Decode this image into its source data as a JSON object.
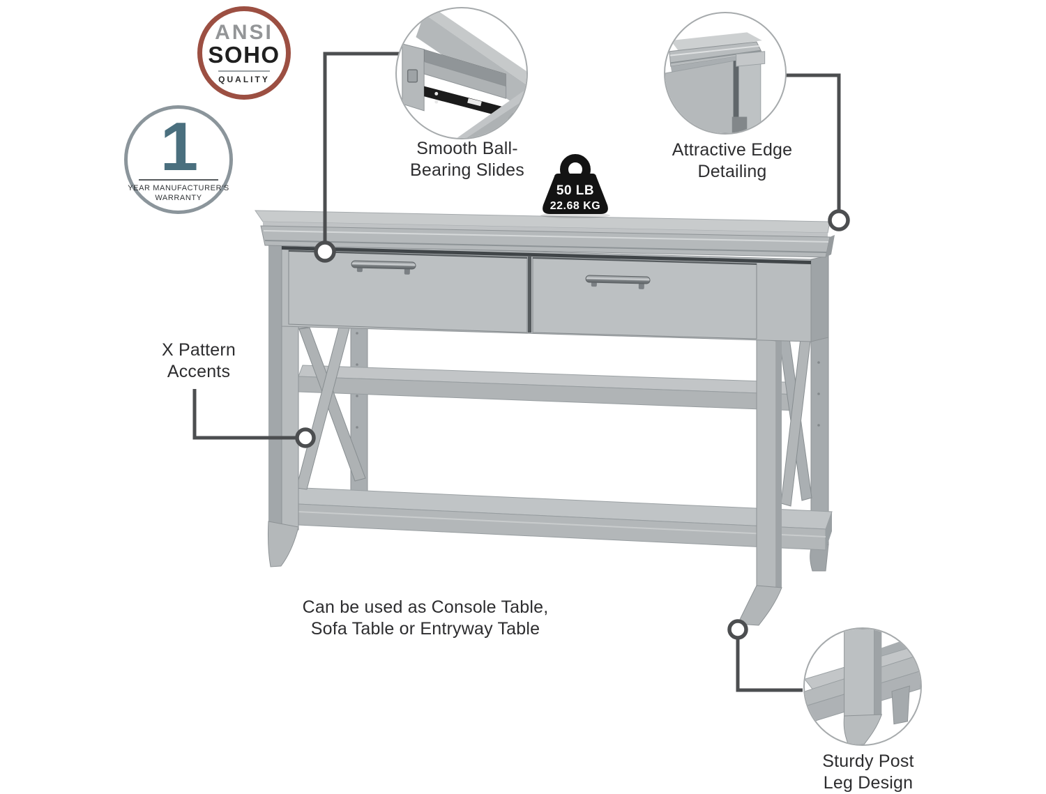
{
  "badges": {
    "ansi": {
      "line1": "ANSI",
      "line2": "SOHO",
      "line3": "QUALITY",
      "border_color": "#9c4f42"
    },
    "warranty": {
      "number": "1",
      "line1": "YEAR MANUFACTURER'S",
      "line2": "WARRANTY",
      "number_color": "#4a6f7e"
    }
  },
  "callouts": {
    "slide": {
      "line1": "Smooth Ball-",
      "line2": "Bearing Slides"
    },
    "edge": {
      "line1": "Attractive Edge",
      "line2": "Detailing"
    },
    "x_pattern": {
      "line1": "X Pattern",
      "line2": "Accents"
    },
    "usage": {
      "line1": "Can be used as Console Table,",
      "line2": "Sofa Table or Entryway Table"
    },
    "leg": {
      "line1": "Sturdy Post",
      "line2": "Leg Design"
    }
  },
  "weight": {
    "lb": "50 LB",
    "kg": "22.68 KG"
  },
  "colors": {
    "connector": "#4c4e50",
    "table_gray": "#b9bdbf",
    "weight_black": "#131313"
  }
}
